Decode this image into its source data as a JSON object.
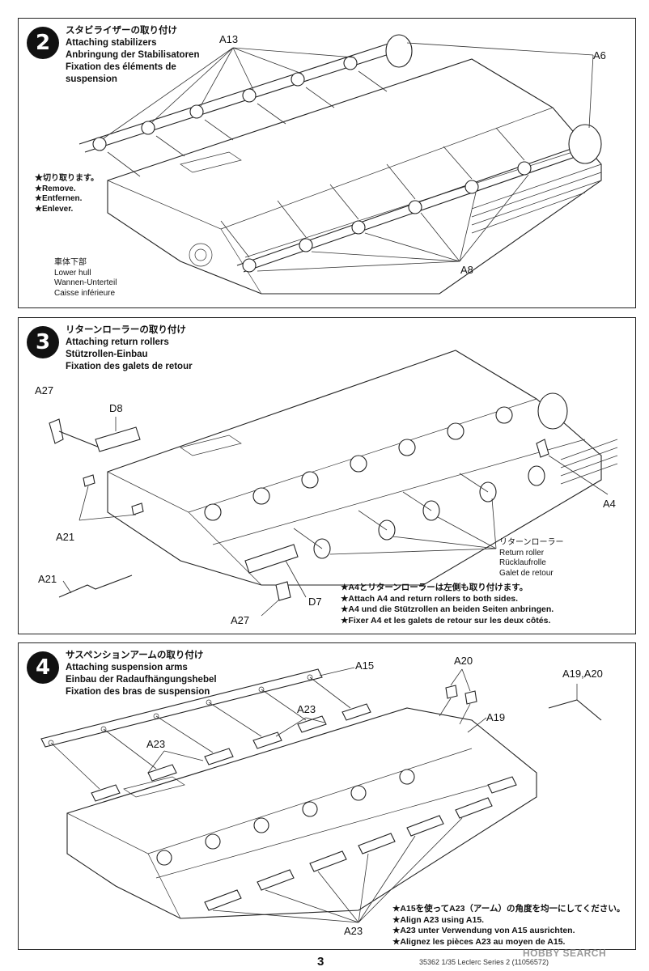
{
  "steps": [
    {
      "number": "2",
      "title_jp": "スタビライザーの取り付け",
      "title_en": "Attaching stabilizers",
      "title_de": "Anbringung der Stabilisatoren",
      "title_fr1": "Fixation des éléments de",
      "title_fr2": "suspension",
      "labels": {
        "a13": "A13",
        "a6": "A6",
        "a8": "A8"
      },
      "cut_note": [
        "★切り取ります。",
        "★Remove.",
        "★Entfernen.",
        "★Enlever."
      ],
      "hull_label": [
        "車体下部",
        "Lower hull",
        "Wannen-Unterteil",
        "Caisse inférieure"
      ]
    },
    {
      "number": "3",
      "title_jp": "リターンローラーの取り付け",
      "title_en": "Attaching return rollers",
      "title_de": "Stützrollen-Einbau",
      "title_fr": "Fixation des galets de retour",
      "labels": {
        "a27_top": "A27",
        "d8": "D8",
        "a21": "A21",
        "a21_detail": "A21",
        "a4": "A4",
        "d7": "D7",
        "a27_bottom": "A27"
      },
      "return_roller": [
        "リターンローラー",
        "Return roller",
        "Rücklaufrolle",
        "Galet de retour"
      ],
      "note": [
        "★A4とリターンローラーは左側も取り付けます。",
        "★Attach A4 and return rollers to both sides.",
        "★A4 und die Stützrollen an beiden Seiten anbringen.",
        "★Fixer A4 et les galets de retour sur les deux côtés."
      ]
    },
    {
      "number": "4",
      "title_jp": "サスペンションアームの取り付け",
      "title_en": "Attaching suspension arms",
      "title_de": "Einbau der Radaufhängungshebel",
      "title_fr": "Fixation des bras de suspension",
      "labels": {
        "a15": "A15",
        "a20": "A20",
        "a19_a20": "A19,A20",
        "a19": "A19",
        "a23_top": "A23",
        "a23_left": "A23",
        "a23_bottom": "A23"
      },
      "note": [
        "★A15を使ってA23（アーム）の角度を均一にしてください。",
        "★Align A23 using A15.",
        "★A23 unter Verwendung von A15 ausrichten.",
        "★Alignez les pièces A23 au moyen de A15."
      ]
    }
  ],
  "footer": {
    "page_number": "3",
    "code": "35362 1/35 Leclerc Series 2 (11056572)",
    "watermark": "HOBBY SEARCH"
  }
}
